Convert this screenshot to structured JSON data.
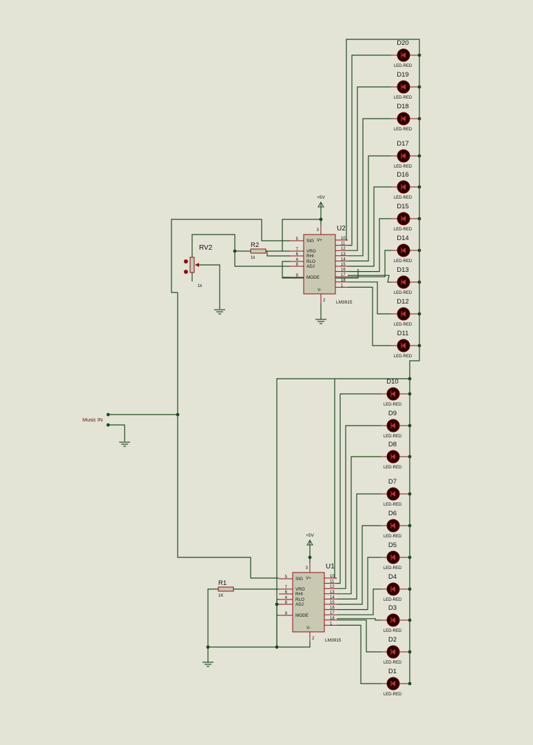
{
  "u2": {
    "ref": "U2",
    "part": "LM3915",
    "supply": "+5V",
    "pin3": "3",
    "pin2": "2",
    "left_pins": [
      {
        "num": "5",
        "name": "SIG"
      },
      {
        "num": "7",
        "name": "VRO"
      },
      {
        "num": "6",
        "name": "RHI"
      },
      {
        "num": "4",
        "name": "RLO"
      },
      {
        "num": "8",
        "name": "ADJ"
      },
      {
        "num": "9",
        "name": "MODE"
      }
    ],
    "right_pins": [
      "10",
      "11",
      "12",
      "13",
      "14",
      "15",
      "16",
      "17",
      "18",
      "1"
    ],
    "vplus": "V+",
    "vminus": "V-"
  },
  "u1": {
    "ref": "U1",
    "part": "LM3915",
    "supply": "+5V",
    "pin3": "3",
    "pin2": "2",
    "left_pins": [
      {
        "num": "5",
        "name": "SIG"
      },
      {
        "num": "7",
        "name": "VRO"
      },
      {
        "num": "6",
        "name": "RHI"
      },
      {
        "num": "4",
        "name": "RLO"
      },
      {
        "num": "8",
        "name": "ADJ"
      },
      {
        "num": "9",
        "name": "MODE"
      }
    ],
    "right_pins": [
      "10",
      "11",
      "12",
      "13",
      "14",
      "15",
      "16",
      "17",
      "18",
      "1"
    ],
    "vplus": "V+",
    "vminus": "V-"
  },
  "rv2": {
    "ref": "RV2",
    "value": "1k"
  },
  "r2": {
    "ref": "R2",
    "value": "1k"
  },
  "r1": {
    "ref": "R1",
    "value": "1K"
  },
  "music_in": "Music IN",
  "led_type": "LED-RED",
  "leds_upper": [
    "D20",
    "D19",
    "D18",
    "D17",
    "D16",
    "D15",
    "D14",
    "D13",
    "D12",
    "D11"
  ],
  "leds_lower": [
    "D10",
    "D9",
    "D8",
    "D7",
    "D6",
    "D5",
    "D4",
    "D3",
    "D2",
    "D1"
  ]
}
